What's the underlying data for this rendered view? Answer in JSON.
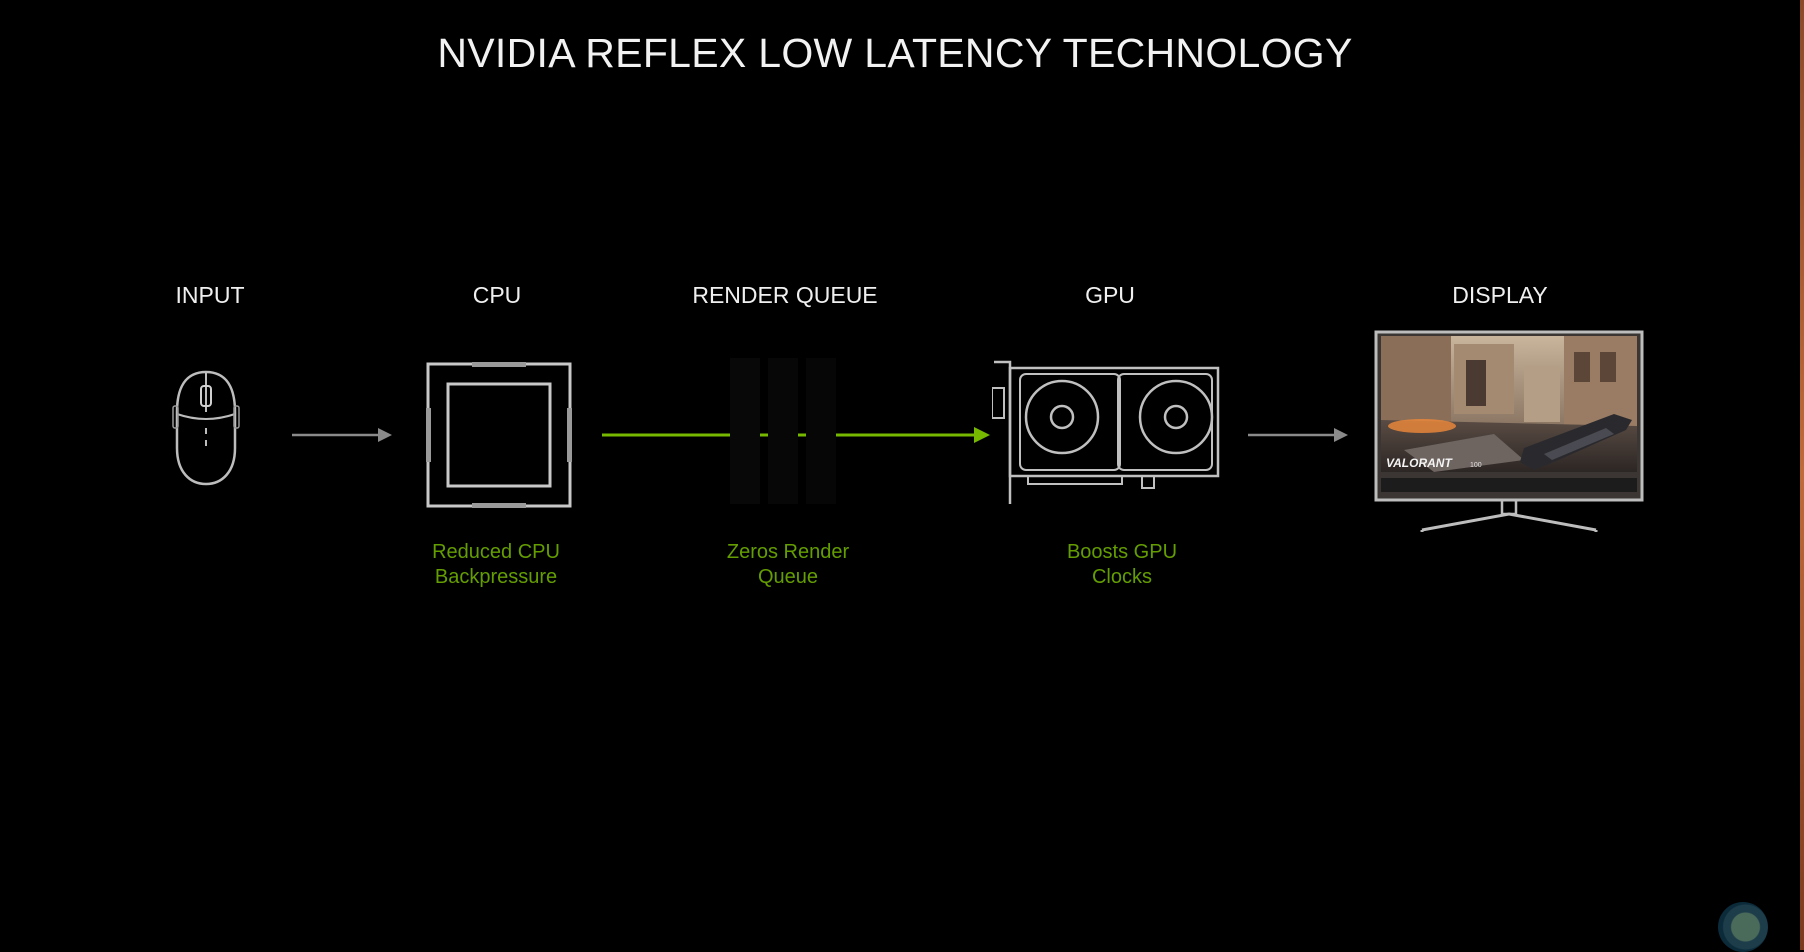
{
  "title": "NVIDIA REFLEX LOW LATENCY TECHNOLOGY",
  "stages": [
    {
      "id": "input",
      "label": "INPUT"
    },
    {
      "id": "cpu",
      "label": "CPU"
    },
    {
      "id": "render-queue",
      "label": "RENDER QUEUE"
    },
    {
      "id": "gpu",
      "label": "GPU"
    },
    {
      "id": "display",
      "label": "DISPLAY"
    }
  ],
  "captions": {
    "cpu": [
      "Reduced CPU",
      "Backpressure"
    ],
    "render_queue": [
      "Zeros Render",
      "Queue"
    ],
    "gpu": [
      "Boosts GPU",
      "Clocks"
    ]
  },
  "display_screen": {
    "game_logo": "VALORANT",
    "hud_health": "100"
  },
  "colors": {
    "background": "#000000",
    "accent": "#76b900",
    "arrow_gray": "#8a8a8a",
    "icon_stroke": "#bdbdbd"
  },
  "icons": [
    "mouse-icon",
    "cpu-chip-icon",
    "gpu-card-icon",
    "monitor-icon"
  ]
}
